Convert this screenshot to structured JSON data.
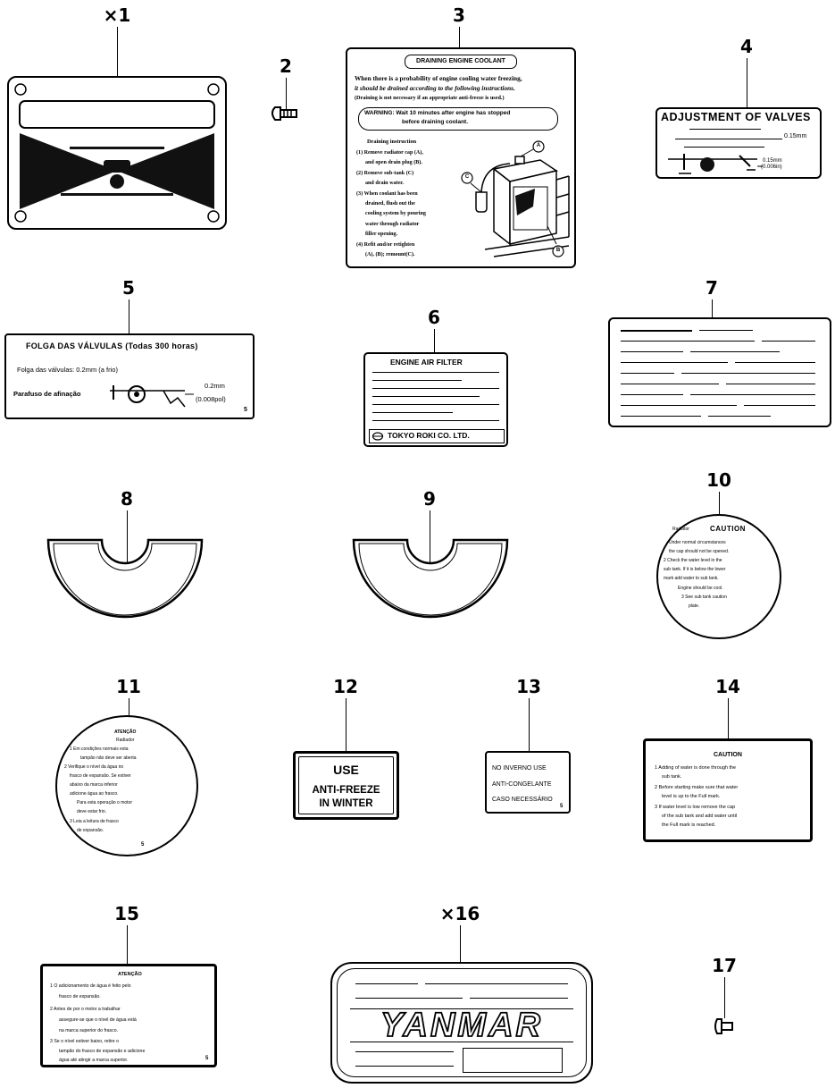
{
  "parts": {
    "p1": {
      "number": "×1"
    },
    "p2": {
      "number": "2"
    },
    "p3": {
      "number": "3",
      "header": "DRAINING ENGINE COOLANT",
      "intro1": "When there is a probability of engine cooling water freezing,",
      "intro2": "it should be drained according to the following instructions.",
      "intro3": "(Draining is not necessary if an appropriate anti-freeze is used.)",
      "warning1": "WARNING: Wait 10 minutes after engine has stopped",
      "warning2": "before draining coolant.",
      "instr_title": "Draining instruction",
      "steps": [
        "(1) Remove radiator cap (A),",
        "and open drain plug (B).",
        "(2) Remove sub-tank (C)",
        "and drain water.",
        "(3) When coolant has been",
        "drained, flush out the",
        "cooling system by pouring",
        "water through radiator",
        "filler opening.",
        "(4) Refit and/or retighten",
        "(A), (B); remount(C)."
      ],
      "callout_a": "A",
      "callout_b": "B",
      "callout_c": "C"
    },
    "p4": {
      "number": "4",
      "title": "ADJUSTMENT OF VALVES",
      "clearance": "0.15mm",
      "clearance2": "0.15mm",
      "clearance2_in": "(0.006in)"
    },
    "p5": {
      "number": "5",
      "title": "FOLGA DAS VÁLVULAS (Todas 300 horas)",
      "line1": "Folga das válvulas: 0.2mm (a frio)",
      "line2": "Parafuso de afinação",
      "val1": "0.2mm",
      "val2": "(0.008pol)",
      "mark": "5"
    },
    "p6": {
      "number": "6",
      "title": "ENGINE AIR FILTER",
      "footer": "TOKYO ROKI CO. LTD."
    },
    "p7": {
      "number": "7"
    },
    "p8": {
      "number": "8"
    },
    "p9": {
      "number": "9"
    },
    "p10": {
      "number": "10",
      "title": "CAUTION",
      "lines": [
        "Radiator",
        "Under normal circumstances",
        "the cap should not be opened.",
        "2 Check the water level in the",
        "sub tank. If it is below the lower",
        "mark add water to sub tank.",
        "Engine should be cool.",
        "3 See sub tank caution",
        "plate."
      ]
    },
    "p11": {
      "number": "11",
      "title": "ATENÇÃO",
      "lines": [
        "Radiador",
        "1 Em condições normais esta",
        "tampão não deve ser aberta",
        "2 Verifique o nível da água no",
        "frasco de expansão. Se estiver",
        "abaixo da marca inferior",
        "adicione água ao frasco.",
        "Para esta operação o motor",
        "deve estar frio.",
        "3 Leia a leitura de frasco",
        "de expansão."
      ],
      "mark": "5"
    },
    "p12": {
      "number": "12",
      "line1": "USE",
      "line2": "ANTI-FREEZE",
      "line3": "IN WINTER"
    },
    "p13": {
      "number": "13",
      "line1": "NO INVERNO USE",
      "line2": "ANTI-CONGELANTE",
      "line3": "CASO NECESSÁRIO",
      "mark": "5"
    },
    "p14": {
      "number": "14",
      "title": "CAUTION",
      "lines": [
        "1 Adding of water is done through the",
        "sub tank.",
        "2 Before starting make sure that water",
        "level is up to the Full mark.",
        "3 If water level is low remove the cap",
        "of the sub tank and add water until",
        "the Full mark is reached."
      ]
    },
    "p15": {
      "number": "15",
      "title": "ATENÇÃO",
      "lines": [
        "1 O adicionamento de água é feito pelo",
        "frasco de expansão.",
        "2 Antes de por o motor a trabalhar",
        "assegure-se que o nível de água está",
        "na marca superior do frasco.",
        "3 Se o nível estiver baixo, retire o",
        "tampão do frasco de expansão e adicione",
        "água até atingir a marca superior."
      ],
      "mark": "5"
    },
    "p16": {
      "number": "×16",
      "brand": "YANMAR"
    },
    "p17": {
      "number": "17"
    }
  },
  "colors": {
    "ink": "#000000",
    "paper": "#ffffff",
    "dark_fill": "#111111"
  }
}
